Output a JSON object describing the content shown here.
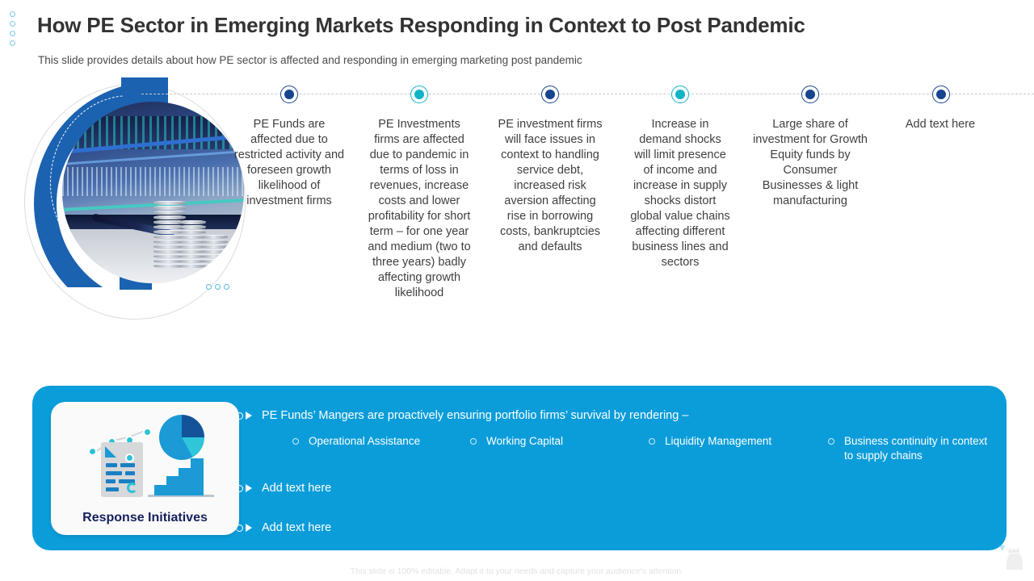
{
  "header": {
    "title": "How PE Sector in Emerging Markets Responding in Context to Post Pandemic",
    "subtitle": "This slide provides details about how PE sector is affected and responding in emerging marketing post pandemic"
  },
  "timeline": {
    "markers": [
      {
        "color": "#17448f",
        "name": "timeline-marker-1"
      },
      {
        "color": "#11b3c8",
        "name": "timeline-marker-2"
      },
      {
        "color": "#17448f",
        "name": "timeline-marker-3"
      },
      {
        "color": "#11b3c8",
        "name": "timeline-marker-4"
      },
      {
        "color": "#17448f",
        "name": "timeline-marker-5"
      },
      {
        "color": "#17448f",
        "name": "timeline-marker-6"
      }
    ],
    "columns": [
      {
        "text": "PE Funds are affected due to restricted activity and foreseen growth likelihood of investment firms"
      },
      {
        "text": "PE Investments firms are affected due to pandemic in terms of loss in revenues, increase costs and lower profitability for short term – for one year and medium (two to three years) badly affecting growth likelihood"
      },
      {
        "text": "PE investment firms will face issues in context to handling service debt, increased risk aversion affecting rise in borrowing costs, bankruptcies and defaults"
      },
      {
        "text": "Increase in demand shocks will limit presence of income and increase in supply shocks distort global value chains affecting different business lines and sectors"
      },
      {
        "text": "Large share of investment for Growth Equity funds by Consumer Businesses & light manufacturing"
      },
      {
        "text": "Add text here"
      }
    ]
  },
  "panel": {
    "icon_card_label": "Response Initiatives",
    "bullets": [
      {
        "text": "PE Funds’ Mangers are proactively ensuring portfolio firms’ survival by rendering –"
      },
      {
        "text": "Add text here"
      },
      {
        "text": "Add text here"
      }
    ],
    "sub_items": [
      {
        "text": "Operational Assistance"
      },
      {
        "text": "Working Capital"
      },
      {
        "text": "Liquidity Management"
      },
      {
        "text": "Business continuity in context to supply chains"
      }
    ],
    "bg_color": "#0b9dda"
  },
  "footer": {
    "note": "This slide is 100% editable. Adapt it to your needs and capture your audience's attention."
  },
  "colors": {
    "navy": "#17448f",
    "cyan": "#11b3c8",
    "arc_blue": "#1b62b0",
    "panel_blue": "#0b9dda"
  }
}
